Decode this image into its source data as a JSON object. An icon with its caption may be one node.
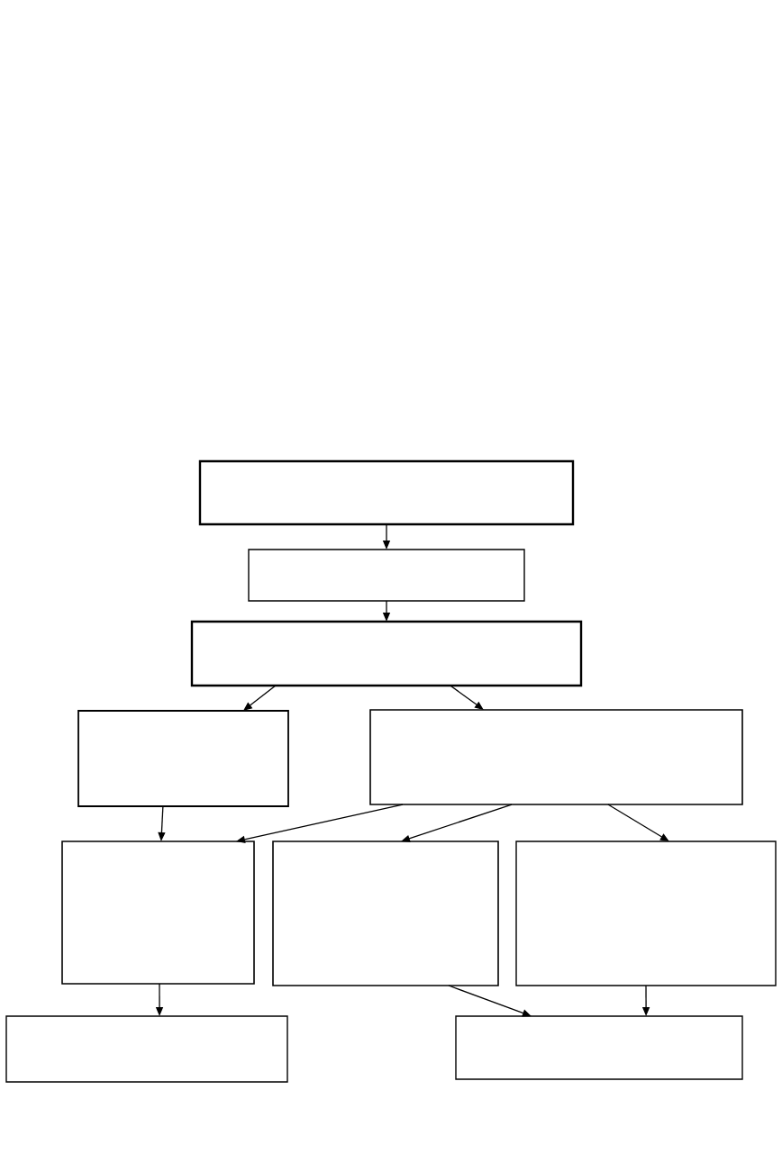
{
  "diagram": {
    "nodes": [
      {
        "text": [],
        "shape": "box"
      },
      {
        "text": [],
        "shape": "box"
      },
      {
        "text": [],
        "shape": "box"
      },
      {
        "text": [],
        "shape": "box"
      },
      {
        "text": [],
        "shape": "box"
      },
      {
        "text": [],
        "shape": "box"
      },
      {
        "text": [],
        "shape": "box"
      },
      {
        "text": [],
        "shape": "box"
      },
      {
        "text": [],
        "shape": "box"
      },
      {
        "text": [],
        "shape": "box"
      }
    ],
    "edges": [
      {
        "from": 0,
        "to": 1,
        "arrow": "to"
      },
      {
        "from": 1,
        "to": 2,
        "arrow": "to"
      },
      {
        "from": 2,
        "to": 3,
        "arrow": "to"
      },
      {
        "from": 2,
        "to": 4,
        "arrow": "to"
      },
      {
        "from": 3,
        "to": 5,
        "arrow": "to"
      },
      {
        "from": 4,
        "to": 5,
        "arrow": "to"
      },
      {
        "from": 4,
        "to": 6,
        "arrow": "to"
      },
      {
        "from": 4,
        "to": 7,
        "arrow": "to"
      },
      {
        "from": 5,
        "to": 8,
        "arrow": "to"
      },
      {
        "from": 6,
        "to": 9,
        "arrow": "to"
      },
      {
        "from": 7,
        "to": 9,
        "arrow": "to"
      }
    ]
  }
}
